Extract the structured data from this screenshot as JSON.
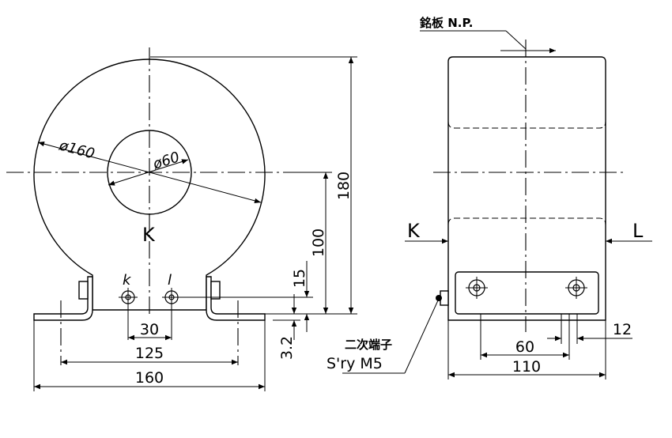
{
  "front_view": {
    "outer_diameter": "ø160",
    "inner_diameter": "ø60",
    "terminal_k": "K",
    "terminal_sec_k": "k",
    "terminal_sec_l": "l",
    "height_total": "180",
    "height_center": "100",
    "dim_15": "15",
    "dim_32": "3.2",
    "dim_30": "30",
    "dim_125": "125",
    "dim_160": "160"
  },
  "side_view": {
    "nameplate": "銘板 N.P.",
    "terminal_K": "K",
    "terminal_L": "L",
    "secondary_terminal_jp": "二次端子",
    "secondary_terminal": "S'ry M5",
    "dim_60": "60",
    "dim_12": "12",
    "dim_110": "110"
  }
}
